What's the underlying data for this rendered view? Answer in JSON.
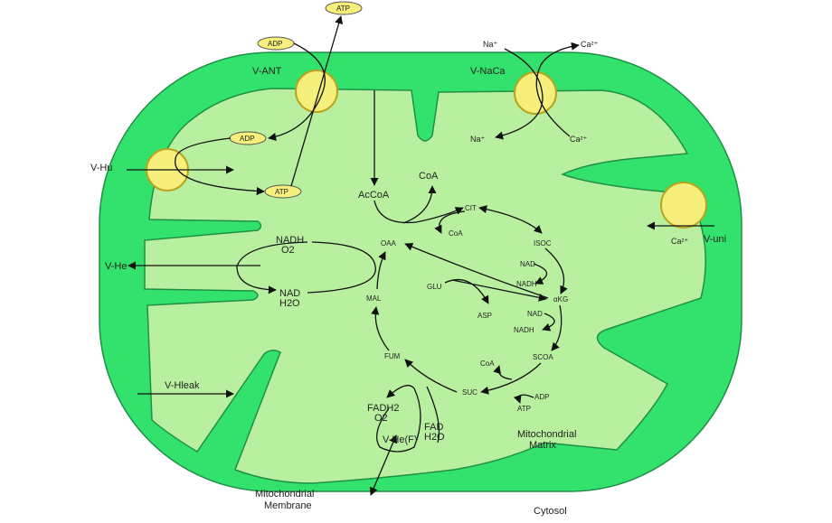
{
  "colors": {
    "membrane": "#33e26c",
    "membrane_stroke": "#1f8f45",
    "matrix": "#b9f0a0",
    "transporter": "#f6ef7c",
    "transporter_stroke": "#b9a51d",
    "arrow": "#111111"
  },
  "labels": {
    "v_ant": "V-ANT",
    "v_naca": "V-NaCa",
    "v_hu": "V-Hu",
    "v_uni": "V-uni",
    "v_he": "V-He",
    "v_hleak": "V-Hleak",
    "v_he_f": "V-He(F)",
    "na_out": "Na⁺",
    "ca_out": "Ca²⁺",
    "na_in": "Na⁺",
    "ca_in": "Ca²⁺",
    "ca_uni": "Ca²⁺",
    "adp_out": "ADP",
    "atp_out": "ATP",
    "adp_in": "ADP",
    "atp_in": "ATP",
    "accoa": "AcCoA",
    "coa_top": "CoA",
    "coa_cit": "CoA",
    "cit": "CIT",
    "isoc": "ISOC",
    "nad1": "NAD",
    "nadh1": "NADH",
    "akg": "αKG",
    "nad2": "NAD",
    "nadh2": "NADH",
    "scoa": "SCOA",
    "coa_suc": "CoA",
    "suc": "SUC",
    "adp_suc": "ADP",
    "atp_suc": "ATP",
    "fum": "FUM",
    "mal": "MAL",
    "oaa": "OAA",
    "glu": "GLU",
    "asp": "ASP",
    "nadh_o2_1": "NADH",
    "nadh_o2_2": "O2",
    "nad_h2o_1": "NAD",
    "nad_h2o_2": "H2O",
    "fadh2": "FADH2",
    "fadh2_o2": "O2",
    "fad": "FAD",
    "fad_h2o": "H2O",
    "matrix_1": "Mitochondrial",
    "matrix_2": "Matrix",
    "membrane_1": "Mitochondrial",
    "membrane_2": "Membrane",
    "cytosol": "Cytosol"
  }
}
